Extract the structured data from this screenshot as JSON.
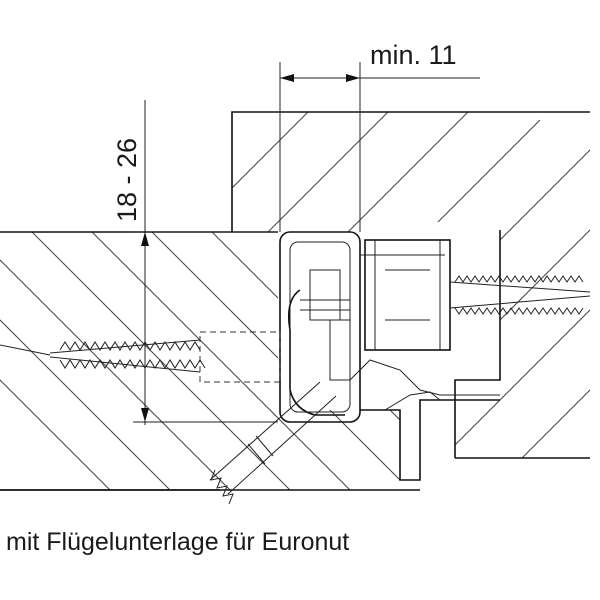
{
  "labels": {
    "dimension_top": "min. 11",
    "dimension_side": "18 - 26",
    "caption": "mit Flügelunterlage für Euronut"
  },
  "colors": {
    "line": "#111111",
    "background": "#ffffff"
  }
}
